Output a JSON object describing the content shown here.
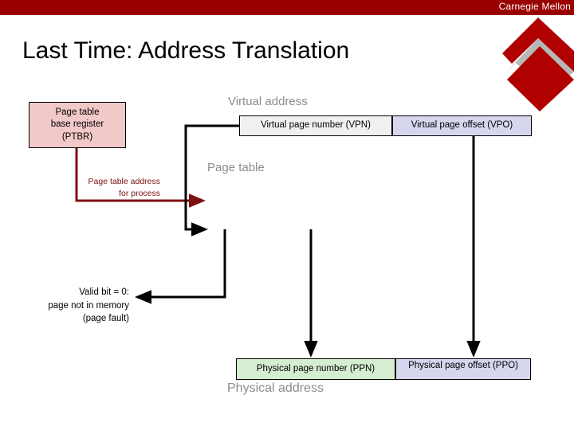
{
  "banner": {
    "text": "Carnegie Mellon",
    "color": "#990000"
  },
  "logo": {
    "name": "carnegie-mellon-logo",
    "red": "#b00000",
    "dark_red": "#990000",
    "gray": "#b7b7b7"
  },
  "slide": {
    "title": "Last Time: Address Translation"
  },
  "diagram": {
    "ptbr": {
      "lines": [
        "Page table",
        "base register",
        "(PTBR)"
      ],
      "text": "Page table\nbase register\n(PTBR)",
      "fill": "#f2c9c9"
    },
    "virtual_address_label": "Virtual address",
    "vpn": {
      "text": "Virtual page number (VPN)",
      "fill": "#f0f0f0"
    },
    "vpo": {
      "text": "Virtual page offset (VPO)",
      "fill": "#d6d6ef"
    },
    "page_table_label": "Page table",
    "page_table_address": {
      "text": "Page table address\nfor process",
      "color": "#7b1010"
    },
    "valid_bit": {
      "text": "Valid bit = 0:\npage not in memory\n(page fault)",
      "color": "#000000"
    },
    "ppn": {
      "text": "Physical page number (PPN)",
      "fill": "#d5edd1"
    },
    "ppo": {
      "text": "Physical page offset (PPO)",
      "fill": "#d6d6ef"
    },
    "physical_address_label": "Physical address"
  }
}
